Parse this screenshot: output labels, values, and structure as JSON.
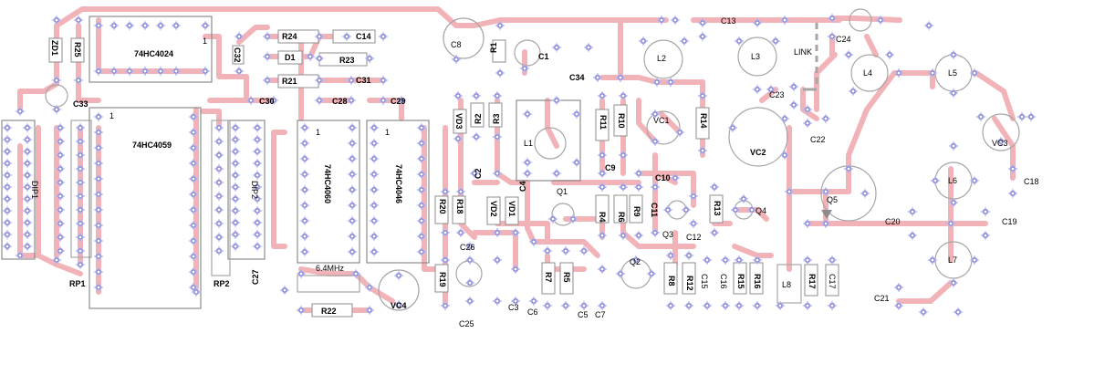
{
  "board": {
    "ics": [
      {
        "ref": "74HC4024",
        "pin1": "1"
      },
      {
        "ref": "74HC4059",
        "pin1": "1"
      },
      {
        "ref": "74HC4060",
        "pin1": "1"
      },
      {
        "ref": "74HC4046",
        "pin1": "1"
      }
    ],
    "dips": [
      "DIP1",
      "DIP2"
    ],
    "resistor_packs": [
      "RP1",
      "RP2"
    ],
    "crystal": "6.4MHz",
    "link": "LINK",
    "resistors": [
      "R1",
      "R2",
      "R3",
      "R4",
      "R5",
      "R6",
      "R7",
      "R8",
      "R9",
      "R10",
      "R11",
      "R12",
      "R13",
      "R14",
      "R15",
      "R16",
      "R17",
      "R18",
      "R19",
      "R20",
      "R21",
      "R22",
      "R23",
      "R24",
      "R25"
    ],
    "capacitors": [
      "C1",
      "C2",
      "C3",
      "C4",
      "C5",
      "C6",
      "C7",
      "C8",
      "C9",
      "C10",
      "C11",
      "C12",
      "C13",
      "C14",
      "C15",
      "C16",
      "C17",
      "C18",
      "C19",
      "C20",
      "C21",
      "C22",
      "C23",
      "C24",
      "C25",
      "C26",
      "C27",
      "C28",
      "C29",
      "C30",
      "C31",
      "C32",
      "C33",
      "C34"
    ],
    "inductors": [
      "L1",
      "L2",
      "L3",
      "L4",
      "L5",
      "L6",
      "L7",
      "L8"
    ],
    "transistors": [
      "Q1",
      "Q2",
      "Q3",
      "Q4",
      "Q5"
    ],
    "varactors": [
      "VD1",
      "VD2",
      "VD3"
    ],
    "trimmers": [
      "VC1",
      "VC2",
      "VC3",
      "VC4"
    ],
    "diodes": [
      "D1",
      "ZD1"
    ]
  },
  "colors": {
    "trace": "#f2b3b8",
    "pad": "#b8b8ec",
    "pad_hole": "#6f6fd0",
    "outline": "#a6a6a6"
  }
}
